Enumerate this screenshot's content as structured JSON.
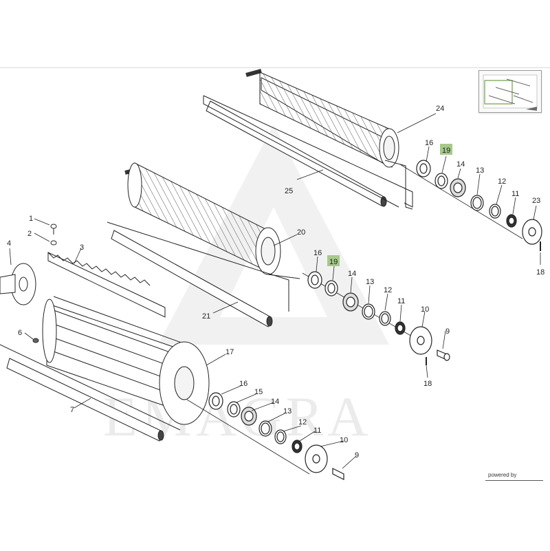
{
  "watermark": {
    "text": "EMAGRA"
  },
  "footer": {
    "powered_by": "powered by"
  },
  "thumbnail": {
    "icon": "minimap-icon"
  },
  "colors": {
    "highlight": "#a6c98a",
    "line": "#222222",
    "watermark": "#ececec"
  },
  "labels": {
    "p1": "1",
    "p2": "2",
    "p3": "3",
    "p4": "4",
    "p6": "6",
    "p7": "7",
    "p9a": "9",
    "p9b": "9",
    "p10a": "10",
    "p10b": "10",
    "p11a": "11",
    "p11b": "11",
    "p11c": "11",
    "p12a": "12",
    "p12b": "12",
    "p12c": "12",
    "p13a": "13",
    "p13b": "13",
    "p13c": "13",
    "p14a": "14",
    "p14b": "14",
    "p14c": "14",
    "p15": "15",
    "p16a": "16",
    "p16b": "16",
    "p16c": "16",
    "p17": "17",
    "p18a": "18",
    "p18b": "18",
    "p19a": "19",
    "p19b": "19",
    "p20": "20",
    "p21": "21",
    "p23": "23",
    "p24": "24",
    "p25": "25"
  }
}
